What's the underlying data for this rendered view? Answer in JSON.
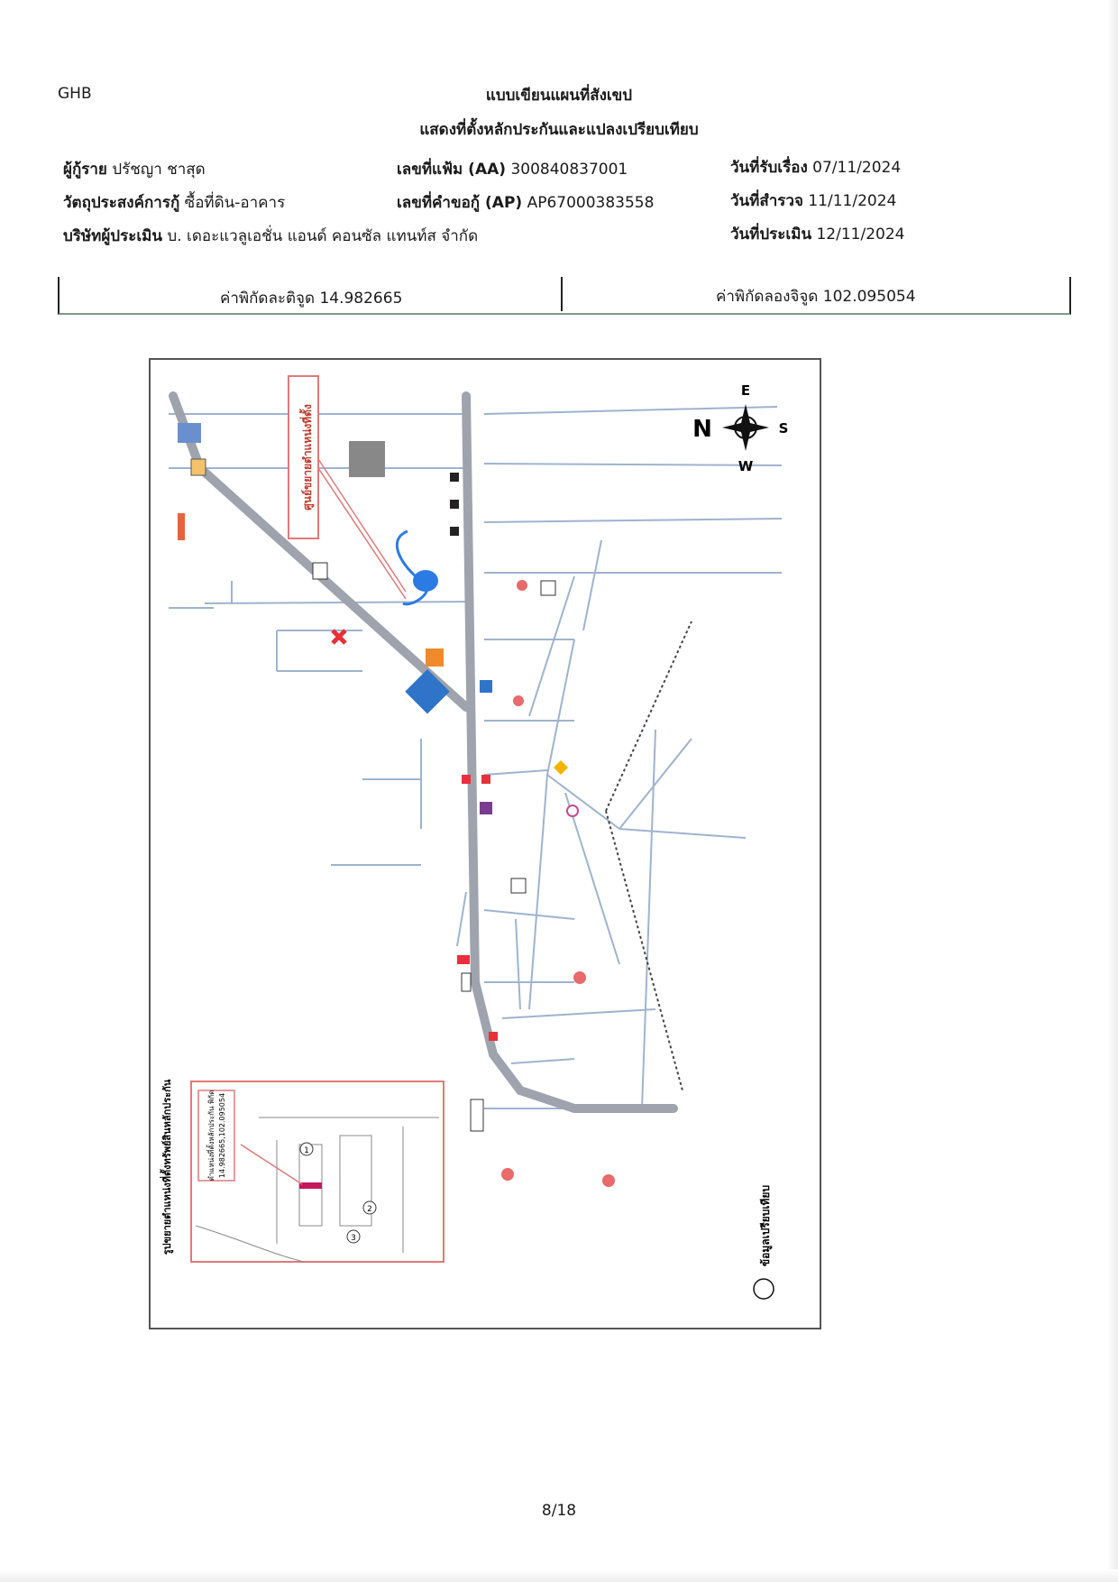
{
  "header": {
    "doc_code": "GHB",
    "title_line1": "แบบเขียนแผนที่สังเขป",
    "title_line2": "แสดงที่ตั้งหลักประกันและแปลงเปรียบเทียบ"
  },
  "fields": {
    "borrower_label": "ผู้กู้ราย",
    "borrower_value": "ปรัชญา ชาสุด",
    "purpose_label": "วัตถุประสงค์การกู้",
    "purpose_value": "ซื้อที่ดิน-อาคาร",
    "company_label": "บริษัทผู้ประเมิน",
    "company_value": "บ. เดอะแวลูเอชั่น แอนด์ คอนซัล แทนท์ส จำกัด",
    "file_no_label": "เลขที่แฟ้ม (AA)",
    "file_no_value": "300840837001",
    "request_no_label": "เลขที่คำขอกู้ (AP)",
    "request_no_value": "AP67000383558",
    "received_label": "วันที่รับเรื่อง",
    "received_value": "07/11/2024",
    "survey_label": "วันที่สำรวจ",
    "survey_value": "11/11/2024",
    "appraisal_label": "วันที่ประเมิน",
    "appraisal_value": "12/11/2024"
  },
  "coordinates": {
    "lat_label": "ค่าพิกัดละติจูด",
    "lat_value": "14.982665",
    "lon_label": "ค่าพิกัดลองจิจูด",
    "lon_value": "102.095054"
  },
  "map": {
    "compass": {
      "north": "N",
      "south": "S",
      "east": "E",
      "west": "W"
    },
    "callout_label": "ศูนย์ขยายตำแหน่งที่ตั้ง",
    "inset_title": "รูปขยายตำแหน่งที่ตั้งทรัพย์สินหลักประกัน",
    "inset_coord_label": "ตำแหน่งที่ตั้งหลักประกัน พิกัด",
    "inset_coord_value": "14.982665,102.095054",
    "legend_label": "ข้อมูลเปรียบเทียบ",
    "comparables": [
      "1",
      "2",
      "3"
    ],
    "colors": {
      "road_main": "#9ea3ad",
      "road_minor": "#9fb3cf",
      "collateral": "#e8303a",
      "water": "#2c7be5",
      "frame": "#e07a7a"
    }
  },
  "footer": {
    "page": "8/18"
  }
}
